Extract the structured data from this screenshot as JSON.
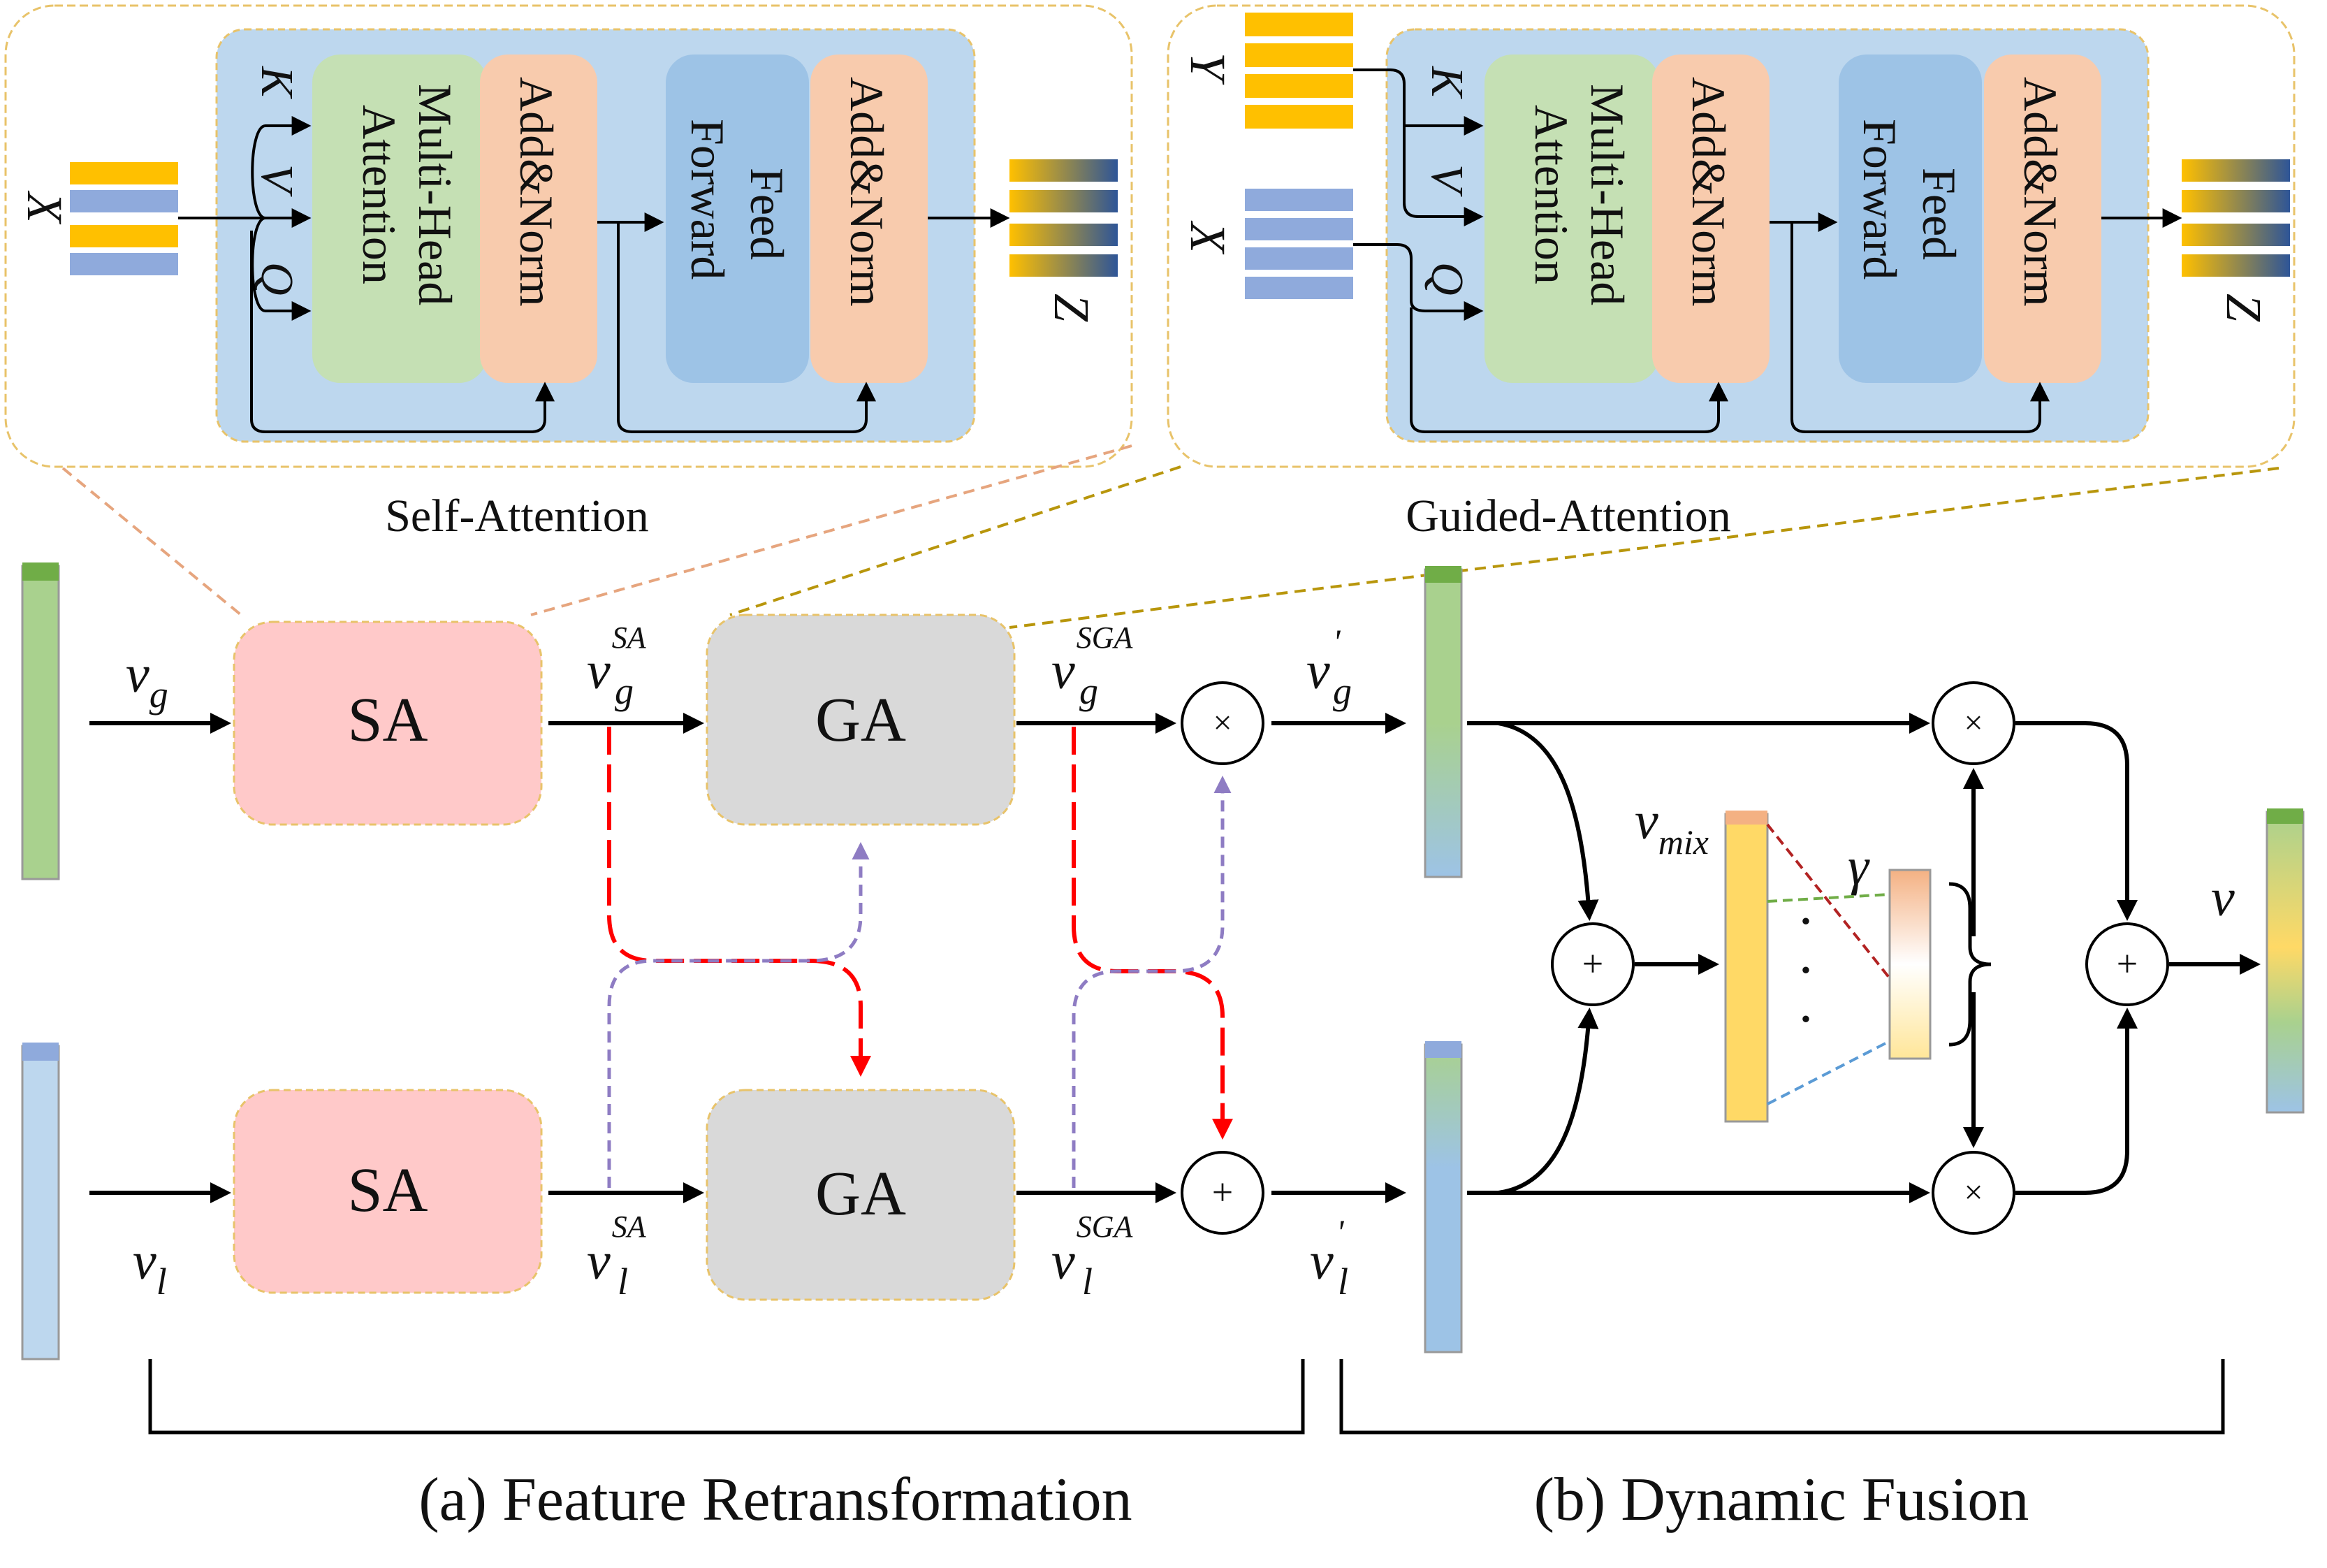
{
  "self_attention": {
    "caption": "Self-Attention",
    "input_label": "X",
    "output_label": "Z",
    "k_label": "K",
    "v_label": "V",
    "q_label": "Q",
    "mha_label": "Multi-Head Attention",
    "mha_line1": "Multi-Head",
    "mha_line2": "Attention",
    "addnorm_label": "Add&Norm",
    "ff_line1": "Feed",
    "ff_line2": "Forward",
    "addnorm2_label": "Add&Norm"
  },
  "guided_attention": {
    "caption": "Guided-Attention",
    "input_y_label": "Y",
    "input_x_label": "X",
    "output_label": "Z",
    "k_label": "K",
    "v_label": "V",
    "q_label": "Q",
    "mha_line1": "Multi-Head",
    "mha_line2": "Attention",
    "addnorm_label": "Add&Norm",
    "ff_line1": "Feed",
    "ff_line2": "Forward",
    "addnorm2_label": "Add&Norm"
  },
  "retransformation": {
    "sa_top": "SA",
    "ga_top": "GA",
    "sa_bottom": "SA",
    "ga_bottom": "GA",
    "vg": "v",
    "vg_sub": "g",
    "vl": "v",
    "vl_sub": "l",
    "vgsa": "v",
    "vgsa_sub": "g",
    "vgsa_sup": "SA",
    "vlsa": "v",
    "vlsa_sub": "l",
    "vlsa_sup": "SA",
    "vgsga": "v",
    "vgsga_sub": "g",
    "vgsga_sup": "SGA",
    "vlsga": "v",
    "vlsga_sub": "l",
    "vlsga_sup": "SGA",
    "vgp": "v",
    "vgp_sub": "g",
    "vgp_sup": "'",
    "vlp": "v",
    "vlp_sub": "l",
    "vlp_sup": "'",
    "mult_symbol": "×",
    "plus_symbol": "+"
  },
  "fusion": {
    "vmix": "v",
    "vmix_sub": "mix",
    "gamma": "γ",
    "v_out": "v",
    "dots": "·",
    "mult_symbol": "×",
    "plus_symbol": "+"
  },
  "captions": {
    "a": "(a) Feature Retransformation",
    "b": "(b) Dynamic Fusion"
  },
  "colors": {
    "block_bg": "#bdd7ee",
    "mha_green": "#c5e0b4",
    "addnorm_orange": "#f8cbad",
    "ff_blue": "#9dc3e6",
    "sa_pink": "#ffc9c9",
    "ga_gray": "#d9d9d9",
    "dashed_red": "#ff0000",
    "dashed_purple": "#8e7cc3",
    "zoom_tan": "#e6a57e",
    "zoom_olive": "#b8960c",
    "token_yellow": "#ffc000",
    "token_blue": "#8faadc"
  }
}
